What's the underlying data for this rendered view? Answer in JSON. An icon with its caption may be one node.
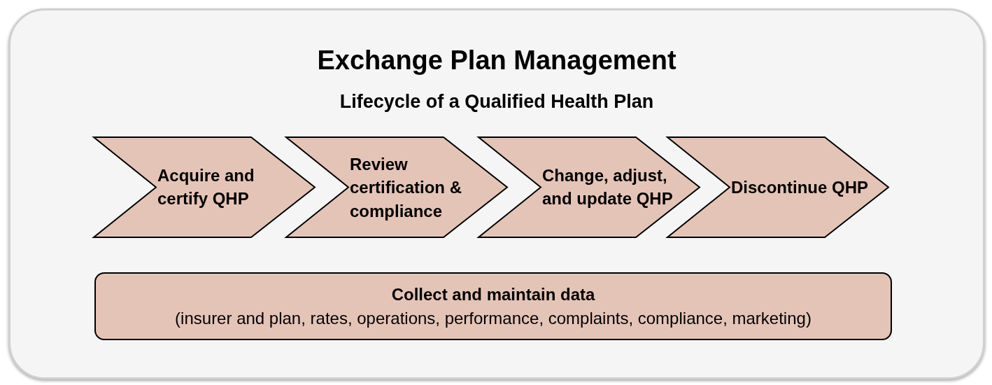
{
  "diagram": {
    "nodes": [
      {
        "text": [
          "Exchange Plan Management",
          "Lifecycle of a Qualified Health Plan"
        ]
      },
      {
        "text": [
          "Acquire and certify QHP"
        ],
        "in": 0
      },
      {
        "text": [
          "Review certification & compliance"
        ],
        "in": 0
      },
      {
        "text": [
          "Change, adjust, and update QHP"
        ],
        "in": 0
      },
      {
        "text": [
          "Discontinue QHP"
        ],
        "in": 0
      },
      {
        "text": [
          "Collect and maintain data",
          "(insurer and plan, rates, operations, performance, complaints, compliance, marketing)"
        ],
        "in": 0
      }
    ]
  }
}
